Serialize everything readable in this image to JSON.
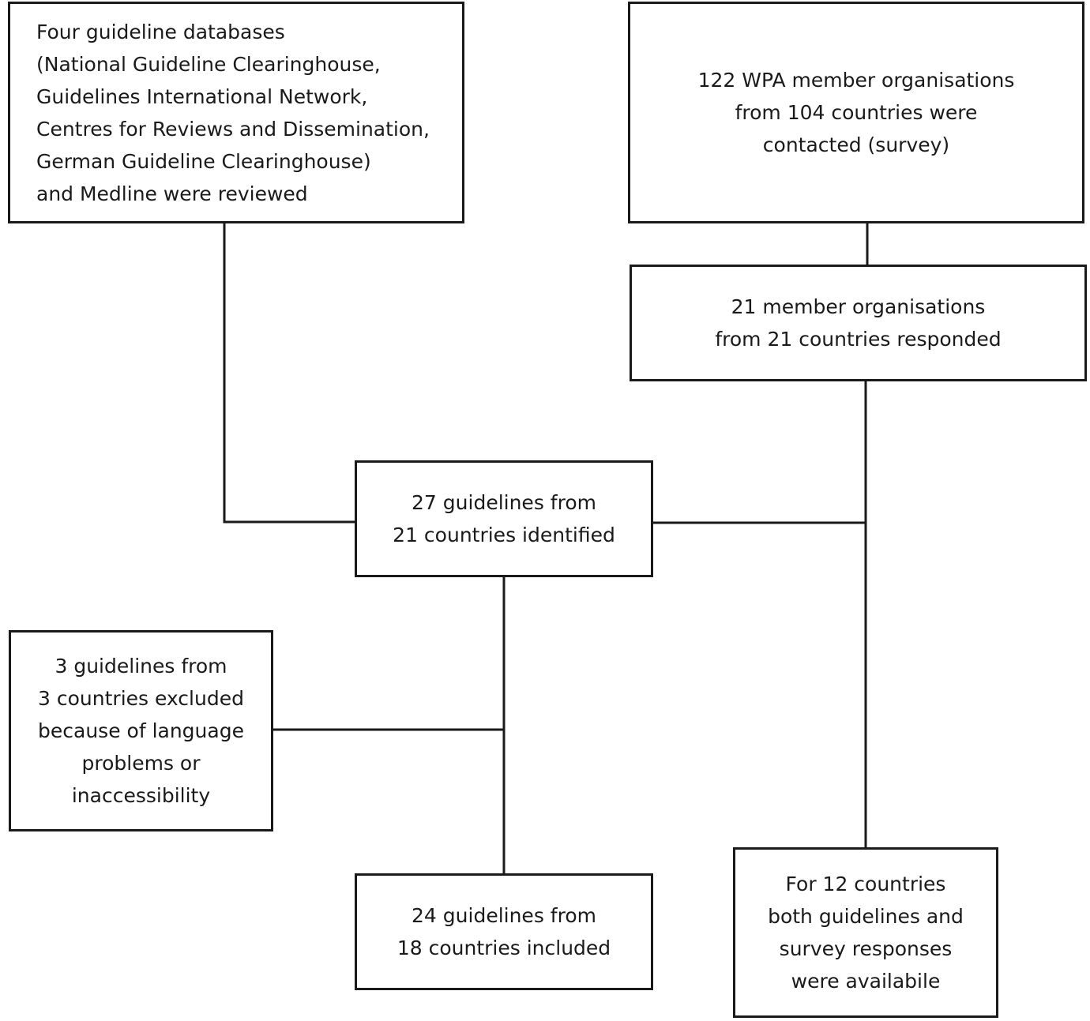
{
  "nodes": {
    "databases": {
      "lines": [
        "Four guideline databases",
        "(National Guideline Clearinghouse,",
        "Guidelines International Network,",
        "Centres for Reviews and Dissemination,",
        "German Guideline Clearinghouse)",
        "and Medline were reviewed"
      ]
    },
    "wpa_contacted": {
      "lines": [
        "122 WPA member organisations",
        "from 104 countries were",
        "contacted (survey)"
      ]
    },
    "responded": {
      "lines": [
        "21 member organisations",
        "from 21 countries responded"
      ]
    },
    "identified": {
      "lines": [
        "27 guidelines from",
        "21 countries identified"
      ]
    },
    "excluded": {
      "lines": [
        "3 guidelines from",
        "3 countries excluded",
        "because of language",
        "problems or",
        "inaccessibility"
      ]
    },
    "included": {
      "lines": [
        "24 guidelines from",
        "18 countries included"
      ]
    },
    "both_available": {
      "lines": [
        "For 12 countries",
        "both guidelines and",
        "survey responses",
        "were availabile"
      ]
    }
  }
}
